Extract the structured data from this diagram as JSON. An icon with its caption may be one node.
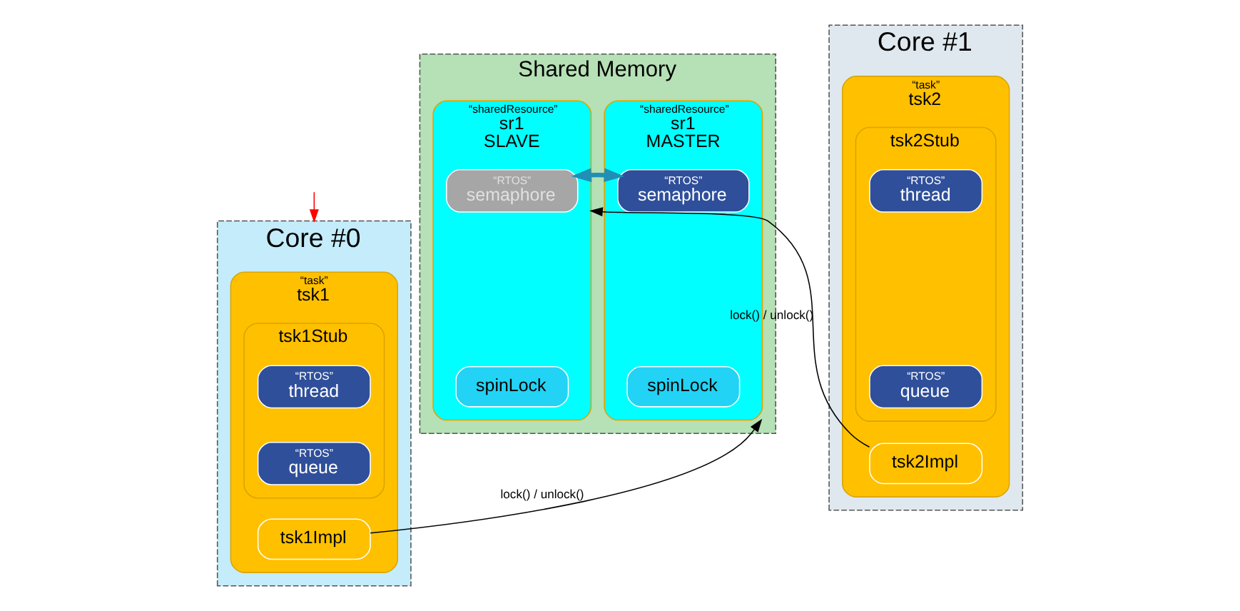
{
  "diagram": {
    "nodes": [
      {
        "text": [
          "Core #0"
        ]
      },
      {
        "text": [
          "Core #1"
        ]
      },
      {
        "text": [
          "Shared Memory"
        ]
      },
      {
        "text": [
          "“task”",
          "tsk1"
        ],
        "in": 0
      },
      {
        "text": [
          "tsk1Stub"
        ],
        "in": 3
      },
      {
        "text": [
          "“RTOS”",
          "thread"
        ],
        "in": 4
      },
      {
        "text": [
          "“RTOS”",
          "queue"
        ],
        "in": 4
      },
      {
        "text": [
          "tsk1Impl"
        ],
        "in": 3
      },
      {
        "text": [
          "“sharedResource”",
          "sr1",
          "MASTER"
        ],
        "in": 2
      },
      {
        "text": [
          "“RTOS”",
          "semaphore"
        ],
        "in": 8
      },
      {
        "text": [
          "spinLock"
        ],
        "in": 8
      },
      {
        "text": [
          "“sharedResource”",
          "sr1",
          "SLAVE"
        ],
        "in": 2
      },
      {
        "text": [
          "“RTOS”",
          "semaphore"
        ],
        "in": 11
      },
      {
        "text": [
          "spinLock"
        ],
        "in": 11
      },
      {
        "text": [
          "“task”",
          "tsk2"
        ],
        "in": 1
      },
      {
        "text": [
          "tsk2Stub"
        ],
        "in": 14
      },
      {
        "text": [
          "“RTOS”",
          "thread"
        ],
        "in": 15
      },
      {
        "text": [
          "“RTOS”",
          "queue"
        ],
        "in": 15
      },
      {
        "text": [
          "tsk2Impl"
        ],
        "in": 14
      }
    ],
    "edges": [
      {
        "from": null,
        "to": 0,
        "arrow": "to",
        "color": "#ff0000"
      },
      {
        "from": 7,
        "to": 8,
        "arrow": "to",
        "label": "lock() / unlock()"
      },
      {
        "from": 18,
        "to": 11,
        "arrow": "to",
        "label": "lock() / unlock()"
      },
      {
        "from": 9,
        "to": 12,
        "arrow": "both",
        "style": "thick",
        "color": "#1f8fb5"
      }
    ]
  }
}
